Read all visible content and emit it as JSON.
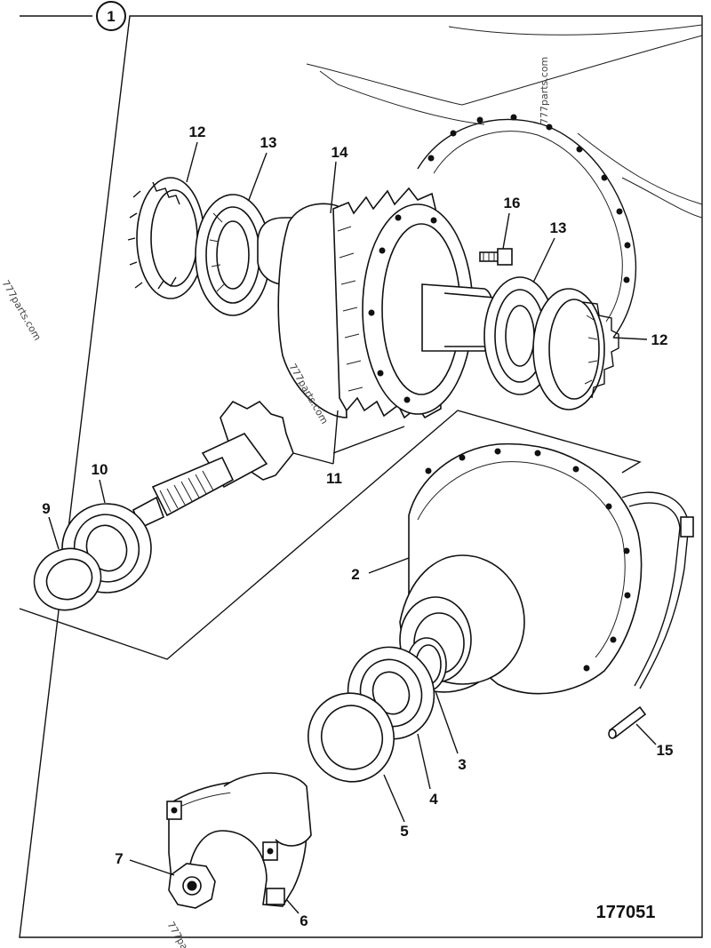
{
  "figure_number": "1",
  "drawing_number": "177051",
  "watermark": "777parts.com",
  "watermark_partial": "777par",
  "callouts": [
    {
      "id": "p12a",
      "label": "12"
    },
    {
      "id": "p13a",
      "label": "13"
    },
    {
      "id": "p14",
      "label": "14"
    },
    {
      "id": "p16",
      "label": "16"
    },
    {
      "id": "p13b",
      "label": "13"
    },
    {
      "id": "p12b",
      "label": "12"
    },
    {
      "id": "p11",
      "label": "11"
    },
    {
      "id": "p10",
      "label": "10"
    },
    {
      "id": "p9",
      "label": "9"
    },
    {
      "id": "p2",
      "label": "2"
    },
    {
      "id": "p3",
      "label": "3"
    },
    {
      "id": "p4",
      "label": "4"
    },
    {
      "id": "p5",
      "label": "5"
    },
    {
      "id": "p15",
      "label": "15"
    },
    {
      "id": "p7",
      "label": "7"
    },
    {
      "id": "p6",
      "label": "6"
    }
  ]
}
